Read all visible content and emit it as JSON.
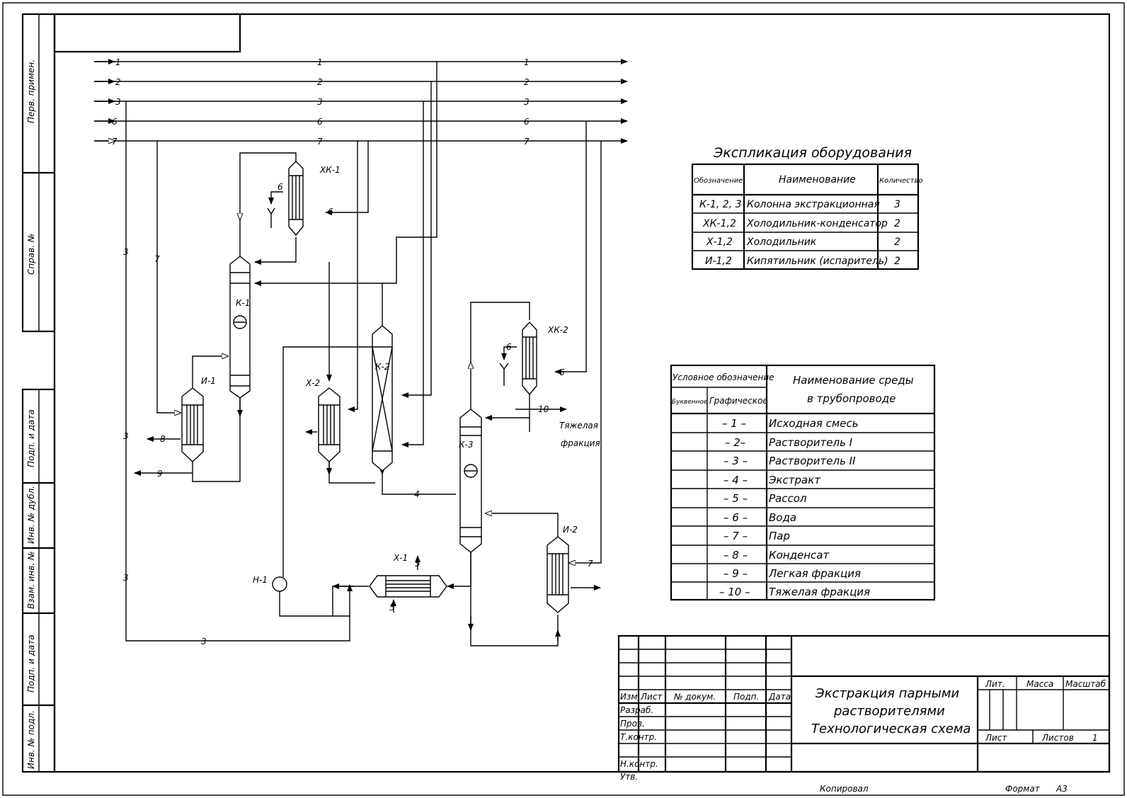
{
  "side_labels": [
    "Перв. примен.",
    "Справ. №",
    "Подп. и дата",
    "Инв. № дубл.",
    "Взам. инв. №",
    "Подп. и дата",
    "Инв. № подл."
  ],
  "streams": {
    "s1": "1",
    "s2": "2",
    "s3": "3",
    "s4": "4",
    "s5": "5",
    "s6": "6",
    "s7": "7",
    "s8": "8",
    "s9": "9",
    "s10": "10",
    "heavy_fraction_1": "Тяжелая",
    "heavy_fraction_2": "фракция"
  },
  "equipment_tags": {
    "K1": "К-1",
    "K2": "К-2",
    "K3": "К-3",
    "XK1": "ХК-1",
    "XK2": "ХК-2",
    "X1": "Х-1",
    "X2": "Х-2",
    "I1": "И-1",
    "I2": "И-2",
    "N1": "Н-1"
  },
  "equipment_table": {
    "title": "Экспликация оборудования",
    "headers": [
      "Обозначение",
      "Наименование",
      "Количество"
    ],
    "rows": [
      [
        "К-1, 2, 3",
        "Колонна экстракционная",
        "3"
      ],
      [
        "ХК-1,2",
        "Холодильник-конденсатор",
        "2"
      ],
      [
        "Х-1,2",
        "Холодильник",
        "2"
      ],
      [
        "И-1,2",
        "Кипятильник (испаритель)",
        "2"
      ]
    ]
  },
  "media_table": {
    "header_symbol": "Условное обозначение",
    "header_letter": "Буквенное",
    "header_graphic": "Графическое",
    "header_name_1": "Наименование среды",
    "header_name_2": "в трубопроводе",
    "rows": [
      [
        "– 1 –",
        "Исходная смесь"
      ],
      [
        "– 2–",
        "Растворитель I"
      ],
      [
        "– 3 –",
        "Растворитель II"
      ],
      [
        "– 4 –",
        "Экстракт"
      ],
      [
        "– 5 –",
        "Рассол"
      ],
      [
        "– 6 –",
        "Вода"
      ],
      [
        "– 7 –",
        "Пар"
      ],
      [
        "– 8 –",
        "Конденсат"
      ],
      [
        "– 9 –",
        "Легкая фракция"
      ],
      [
        "– 10 –",
        "Тяжелая фракция"
      ]
    ]
  },
  "title_block": {
    "izm": "Изм.",
    "list": "Лист",
    "doc": "№ докум.",
    "podp": "Подп.",
    "date": "Дата",
    "razrab": "Разраб.",
    "prov": "Пров.",
    "tkontr": "Т.контр.",
    "nkontr": "Н.контр.",
    "utv": "Утв.",
    "title_1": "Экстракция парными",
    "title_2": "растворителями",
    "title_3": "Технологическая схема",
    "lit": "Лит.",
    "massa": "Масса",
    "masshtab": "Масштаб",
    "list2": "Лист",
    "listov": "Листов",
    "listov_value": "1",
    "kopiroval": "Копировал",
    "format": "Формат",
    "format_value": "А3"
  }
}
